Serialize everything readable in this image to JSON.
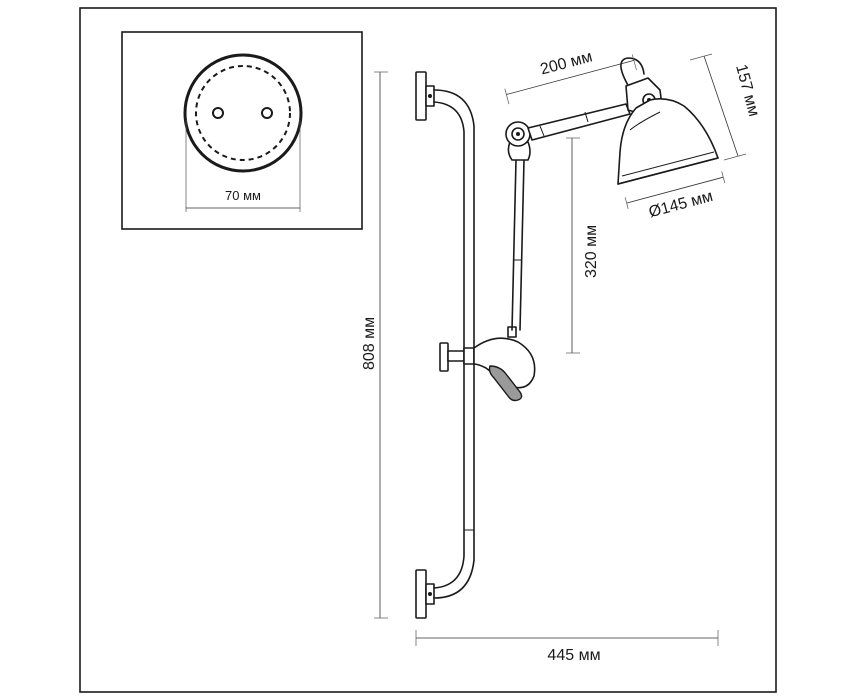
{
  "dimensions": {
    "mount_diameter": "70 мм",
    "arm_length": "200 мм",
    "shade_height": "157 мм",
    "shade_diameter": "Ø145 мм",
    "arm_drop": "320 мм",
    "total_height": "808 мм",
    "total_width": "445 мм"
  }
}
